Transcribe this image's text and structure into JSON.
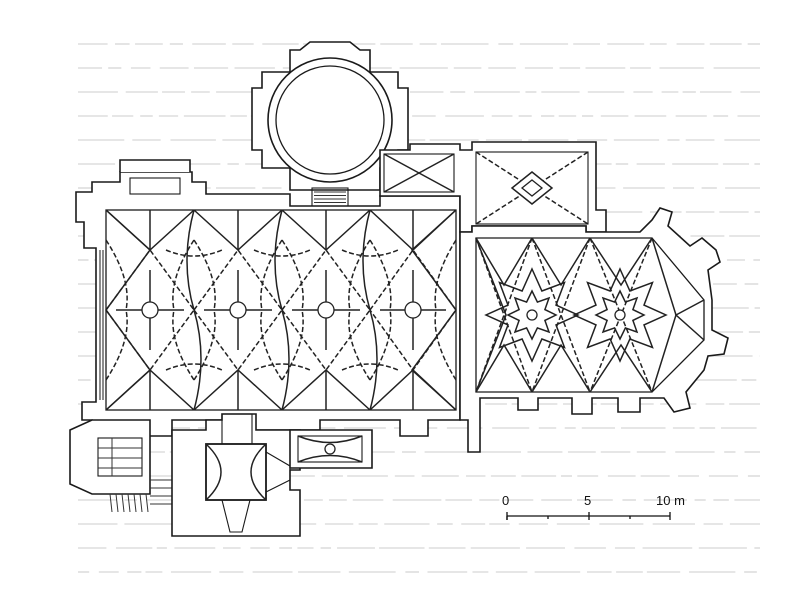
{
  "scale_bar": {
    "ticks": [
      "0",
      "5",
      "10 m"
    ]
  }
}
